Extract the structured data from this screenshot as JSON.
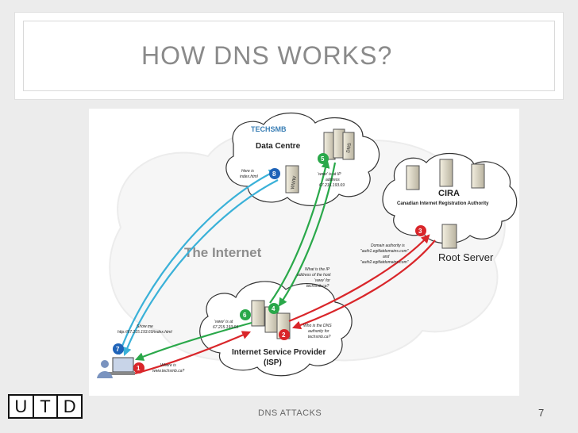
{
  "slide": {
    "title": "HOW DNS WORKS?",
    "footer": "DNS ATTACKS",
    "page_number": "7",
    "logo_letters": [
      "U",
      "T",
      "D"
    ]
  },
  "diagram": {
    "internet_label": "The Internet",
    "brand": "TECHSMB",
    "data_centre": "Data Centre",
    "cira": "CIRA",
    "cira_full": "Canadian Internet Registration Authority",
    "root_server": "Root Server",
    "isp_line1": "Internet Service Provider",
    "isp_line2": "(ISP)",
    "dns_label": "DNS",
    "www_label": "WWW",
    "steps": [
      "1",
      "2",
      "3",
      "4",
      "5",
      "6",
      "7",
      "8"
    ],
    "notes": {
      "n1": [
        "Where is",
        "www.techsmb.ca?"
      ],
      "n2": [
        "Who is the DNS",
        "authority for",
        "techsmb.ca?"
      ],
      "n3": [
        "Domain authority is",
        "\"auth1.egitlatdomains.com\"",
        "and",
        "\"auth2.egitlatdomains.com\""
      ],
      "n4": [
        "What is the IP",
        "address of the host",
        "'www' for",
        "techsmb.ca?"
      ],
      "n5": [
        "'www' is at IP",
        "address",
        "67.215.193.69"
      ],
      "n6": [
        "'www' is at",
        "67.215.193.69"
      ],
      "n7": [
        "Show me",
        "http://67.215.193.69/index.html"
      ],
      "n8": [
        "Here is",
        "index.html"
      ]
    },
    "colors": {
      "blue": "#3ab1d8",
      "green": "#2aa84a",
      "red": "#d9262a",
      "navy": "#1b3a78"
    }
  }
}
